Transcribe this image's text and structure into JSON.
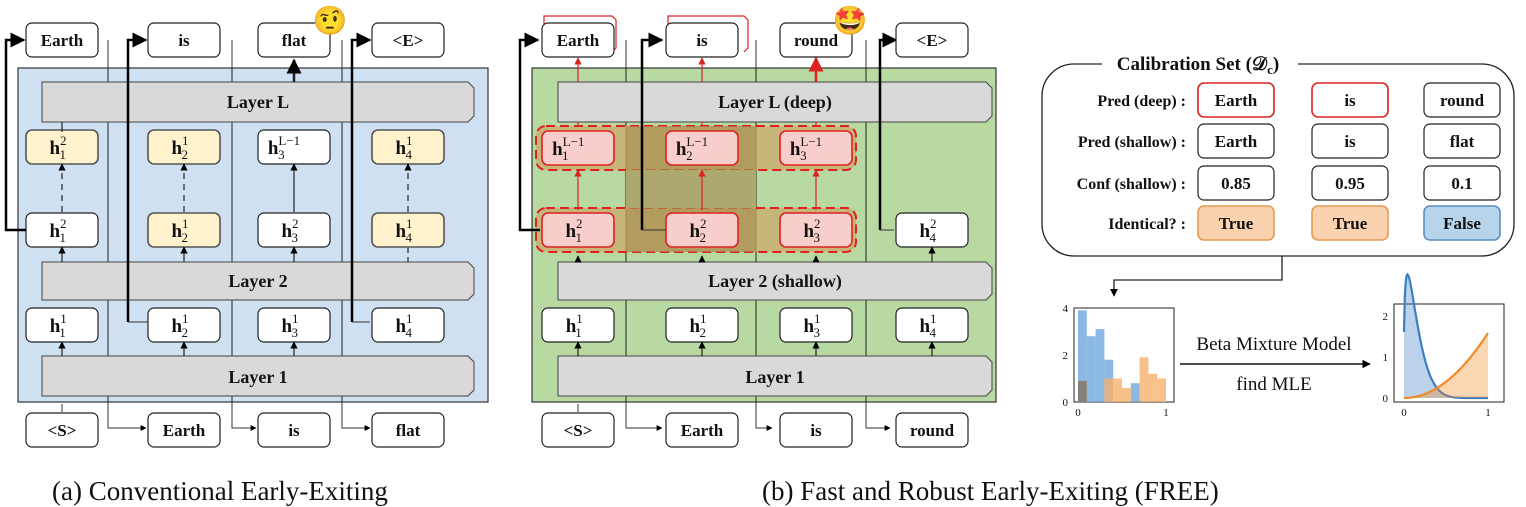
{
  "panel_a": {
    "caption": "(a) Conventional Early-Exiting",
    "inputs": [
      "<S>",
      "Earth",
      "is",
      "flat"
    ],
    "outputs": [
      "Earth",
      "is",
      "flat",
      "<E>"
    ],
    "layers": [
      "Layer 1",
      "Layer 2",
      "Layer L"
    ],
    "h_row1": [
      "h_1^1",
      "h_2^1",
      "h_3^1",
      "h_4^1"
    ],
    "h_row2": [
      "h_1^2",
      "h_2^1",
      "h_3^2",
      "h_4^1"
    ],
    "h_rowL": [
      "h_1^2",
      "h_2^1",
      "h_3^{L-1}",
      "h_4^1"
    ],
    "emoji": "🤨"
  },
  "panel_b": {
    "caption": "(b) Fast and Robust Early-Exiting (FREE)",
    "inputs": [
      "<S>",
      "Earth",
      "is",
      "round"
    ],
    "outputs": [
      "Earth",
      "is",
      "round",
      "<E>"
    ],
    "layers": [
      "Layer 1",
      "Layer 2 (shallow)",
      "Layer L (deep)"
    ],
    "h_row1": [
      "h_1^1",
      "h_2^1",
      "h_3^1",
      "h_4^1"
    ],
    "h_row2": [
      "h_1^2",
      "h_2^2",
      "h_3^2",
      "h_4^2"
    ],
    "h_rowL": [
      "h_1^{L-1}",
      "h_2^{L-1}",
      "h_3^{L-1}"
    ],
    "emoji": "🤩"
  },
  "calibration": {
    "title": "Calibration Set (𝒟",
    "title_sub": "c",
    "title_end": ")",
    "rows": [
      {
        "label": "Pred (deep) :",
        "values": [
          "Earth",
          "is",
          "round"
        ]
      },
      {
        "label": "Pred (shallow) :",
        "values": [
          "Earth",
          "is",
          "flat"
        ]
      },
      {
        "label": "Conf (shallow) :",
        "values": [
          "0.85",
          "0.95",
          "0.1"
        ]
      },
      {
        "label": "Identical? :",
        "values": [
          "True",
          "True",
          "False"
        ]
      }
    ]
  },
  "bmm": {
    "line1": "Beta Mixture Model",
    "line2": "find MLE"
  },
  "chart_data": [
    {
      "type": "bar",
      "description_series": "histogram",
      "x_ticks": [
        "0",
        "1"
      ],
      "y_ticks": [
        "0",
        "2",
        "4"
      ],
      "ylim": [
        0,
        4
      ],
      "series": [
        {
          "color": "#6fa8dc",
          "bins": [
            [
              0.0,
              0.1,
              3.9
            ],
            [
              0.1,
              0.2,
              2.8
            ],
            [
              0.2,
              0.3,
              3.1
            ],
            [
              0.3,
              0.4,
              1.8
            ],
            [
              0.6,
              0.7,
              0.8
            ]
          ]
        },
        {
          "color": "#f6b26b",
          "bins": [
            [
              0.0,
              0.1,
              0.9
            ],
            [
              0.3,
              0.4,
              1.0
            ],
            [
              0.4,
              0.5,
              1.0
            ],
            [
              0.5,
              0.6,
              0.6
            ],
            [
              0.7,
              0.8,
              1.9
            ],
            [
              0.8,
              0.9,
              1.2
            ],
            [
              0.9,
              1.0,
              1.0
            ]
          ]
        }
      ]
    },
    {
      "type": "area",
      "x_ticks": [
        "0",
        "1"
      ],
      "y_ticks": [
        "0",
        "1",
        "2"
      ],
      "ylim": [
        0,
        2.2
      ],
      "series": [
        {
          "color": "#3c7fc2",
          "distribution": "beta",
          "a": 1.3,
          "b": 8.0,
          "scale": 0.62
        },
        {
          "color": "#f08a24",
          "distribution": "beta",
          "a": 3.0,
          "b": 1.0,
          "scale": 0.53
        }
      ]
    }
  ]
}
